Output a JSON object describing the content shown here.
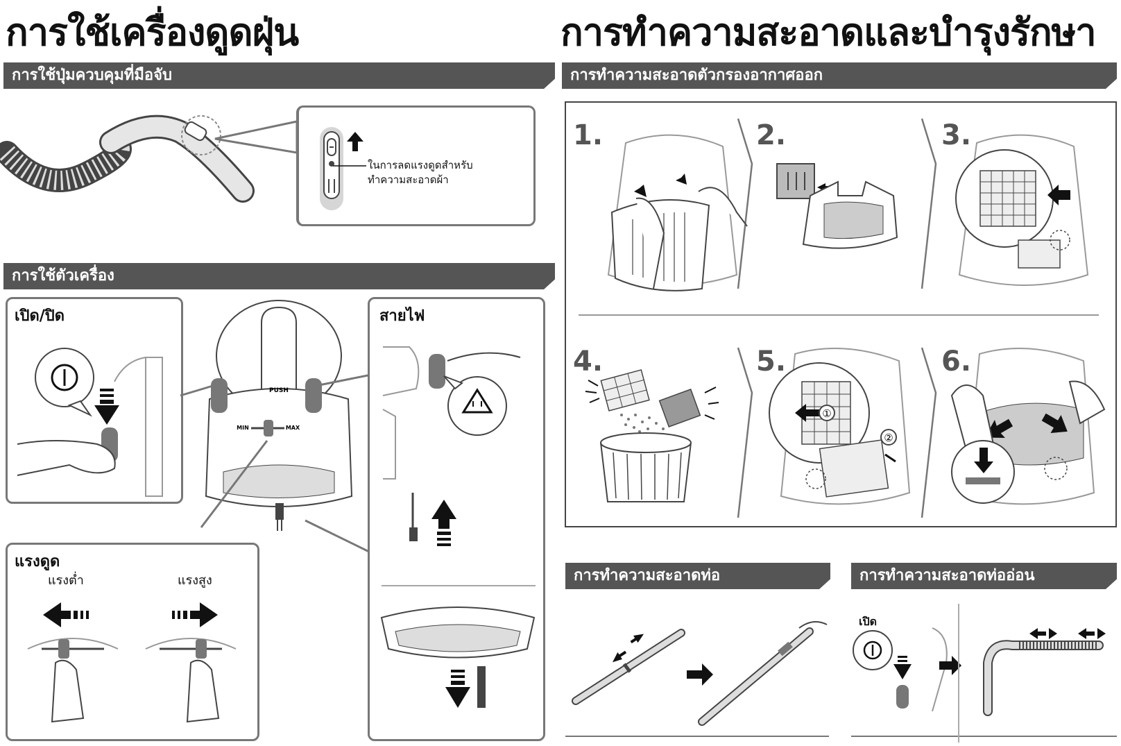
{
  "titles": {
    "left": "การใช้เครื่องดูดฝุ่น",
    "right": "การทำความสะอาดและบำรุงรักษา"
  },
  "sections": {
    "handle_controls": "การใช้ปุ่มควบคุมที่มือจับ",
    "body_use": "การใช้ตัวเครื่อง",
    "exhaust_filter": "การทำความสะอาดตัวกรองอากาศออก",
    "pipe": "การทำความสะอาดท่อ",
    "hose": "การทำความสะอาดท่ออ่อน"
  },
  "handle_note": {
    "line1": "ในการลดแรงดูดสำหรับ",
    "line2": "ทำความสะอาดผ้า"
  },
  "panels": {
    "power": "เปิด/ปิด",
    "cord": "สายไฟ",
    "suction": "แรงดูด",
    "suction_low": "แรงต่ำ",
    "suction_high": "แรงสูง"
  },
  "machine": {
    "push": "PUSH",
    "min": "MIN",
    "max": "MAX"
  },
  "steps": [
    "1.",
    "2.",
    "3.",
    "4.",
    "5.",
    "6."
  ],
  "step_markers": [
    "①",
    "②"
  ],
  "hose_open": "เปิด",
  "icons": [
    "power-icon",
    "plug-icon",
    "arrow-up-icon",
    "arrow-down-icon",
    "arrow-left-icon",
    "arrow-right-icon"
  ]
}
